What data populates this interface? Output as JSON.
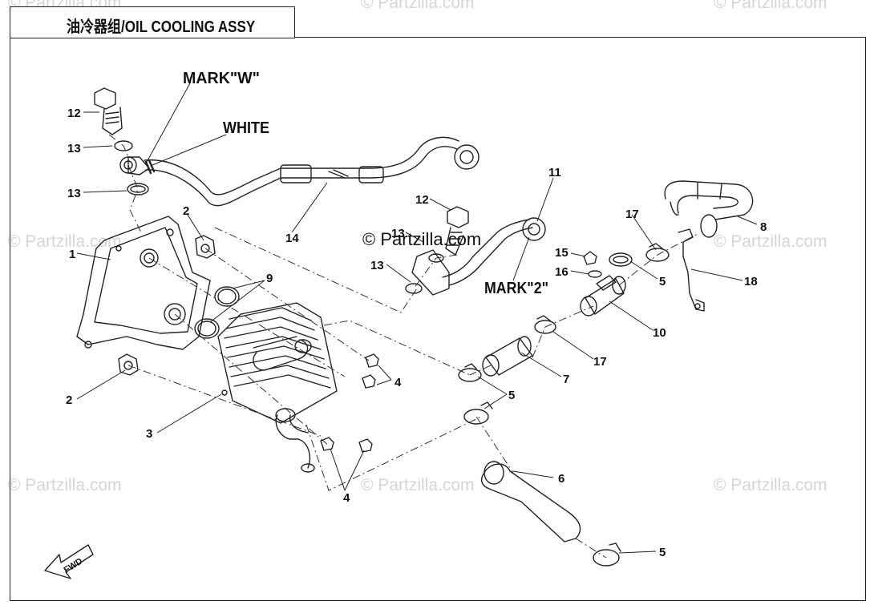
{
  "title": "油冷器组/OIL COOLING ASSY",
  "watermark": "© Partzilla.com",
  "annotations": {
    "mark_w": "MARK\"W\"",
    "white": "WHITE",
    "mark_2": "MARK\"2\"",
    "fwd": "FWD"
  },
  "callouts": [
    {
      "id": "c12a",
      "label": "12"
    },
    {
      "id": "c13a",
      "label": "13"
    },
    {
      "id": "c13b",
      "label": "13"
    },
    {
      "id": "c2a",
      "label": "2"
    },
    {
      "id": "c1",
      "label": "1"
    },
    {
      "id": "c9",
      "label": "9"
    },
    {
      "id": "c14",
      "label": "14"
    },
    {
      "id": "c12b",
      "label": "12"
    },
    {
      "id": "c13c",
      "label": "13"
    },
    {
      "id": "c13d",
      "label": "13"
    },
    {
      "id": "c11",
      "label": "11"
    },
    {
      "id": "c17a",
      "label": "17"
    },
    {
      "id": "c8",
      "label": "8"
    },
    {
      "id": "c15",
      "label": "15"
    },
    {
      "id": "c16",
      "label": "16"
    },
    {
      "id": "c5a",
      "label": "5"
    },
    {
      "id": "c18",
      "label": "18"
    },
    {
      "id": "c10",
      "label": "10"
    },
    {
      "id": "c17b",
      "label": "17"
    },
    {
      "id": "c7",
      "label": "7"
    },
    {
      "id": "c4a",
      "label": "4"
    },
    {
      "id": "c5b",
      "label": "5"
    },
    {
      "id": "c2b",
      "label": "2"
    },
    {
      "id": "c3",
      "label": "3"
    },
    {
      "id": "c4b",
      "label": "4"
    },
    {
      "id": "c6",
      "label": "6"
    },
    {
      "id": "c5c",
      "label": "5"
    }
  ]
}
